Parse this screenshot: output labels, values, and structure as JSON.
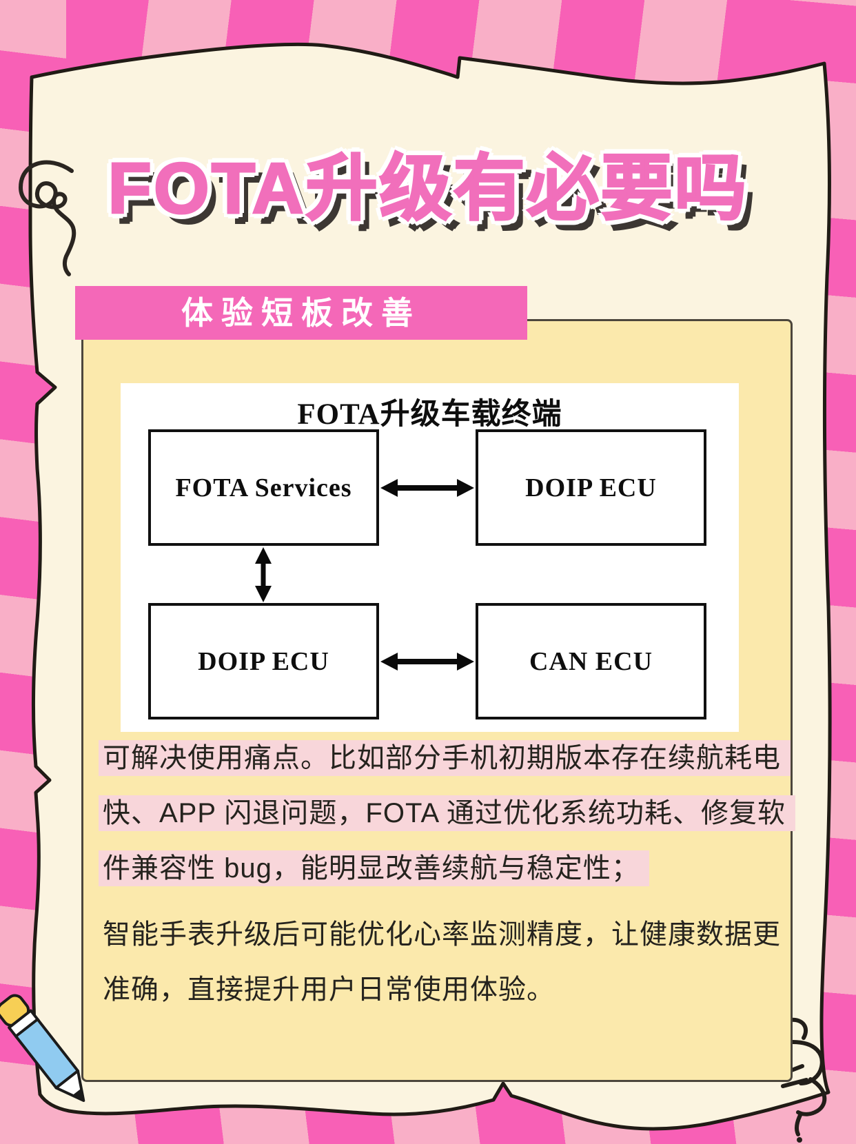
{
  "poster": {
    "title": "FOTA升级有必要吗",
    "banner_label": "体验短板改善"
  },
  "diagram": {
    "heading": "FOTA升级车载终端",
    "boxes": [
      {
        "id": "fota-services",
        "label": "FOTA Services"
      },
      {
        "id": "doip-ecu-top",
        "label": "DOIP ECU"
      },
      {
        "id": "doip-ecu-bottom",
        "label": "DOIP ECU"
      },
      {
        "id": "can-ecu",
        "label": "CAN ECU"
      }
    ],
    "connections": [
      {
        "from": "fota-services",
        "to": "doip-ecu-top",
        "type": "bidirectional"
      },
      {
        "from": "fota-services",
        "to": "doip-ecu-bottom",
        "type": "bidirectional"
      },
      {
        "from": "doip-ecu-bottom",
        "to": "can-ecu",
        "type": "bidirectional"
      }
    ]
  },
  "paragraphs": [
    {
      "highlighted": true,
      "lines": [
        "可解决使用痛点。比如部分手机初期版本存在续航耗电",
        "快、APP 闪退问题，FOTA 通过优化系统功耗、修复软",
        "件兼容性 bug，能明显改善续航与稳定性；"
      ]
    },
    {
      "highlighted": false,
      "lines": [
        "智能手表升级后可能优化心率监测精度，让健康数据更",
        "准确，直接提升用户日常使用体验。"
      ]
    }
  ],
  "decorations": {
    "top_left": "squiggle-doodle",
    "bottom_left": "pencil-doodle",
    "bottom_right": "burst-doodle"
  },
  "colors": {
    "stripe_hot_pink": "#f860b6",
    "stripe_light_pink": "#f9afc7",
    "card_cream": "#fbf4e0",
    "panel_yellow": "#fbe9ac",
    "panel_border": "#4c463c",
    "banner_pink": "#f468b8",
    "title_pink": "#f16fbb",
    "title_shadow": "#3c3733",
    "highlight_pink": "#f8d6da",
    "body_text": "#25231e",
    "diagram_ink": "#0e0e0e"
  }
}
